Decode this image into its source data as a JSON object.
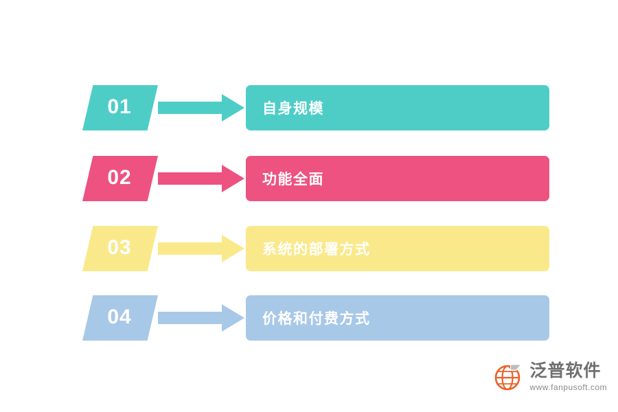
{
  "diagram": {
    "type": "numbered-step-list",
    "rows": [
      {
        "number": "01",
        "label": "自身规模",
        "color": "#4ecdc7"
      },
      {
        "number": "02",
        "label": "功能全面",
        "color": "#ed5280"
      },
      {
        "number": "03",
        "label": "系统的部署方式",
        "color": "#fae98a"
      },
      {
        "number": "04",
        "label": "价格和付费方式",
        "color": "#a8c8e8"
      }
    ]
  },
  "logo": {
    "name_cn": "泛普软件",
    "name_en": "www.fanpusoft.com",
    "mark_color": "#e8622a",
    "text_color": "#6f6f6f"
  }
}
